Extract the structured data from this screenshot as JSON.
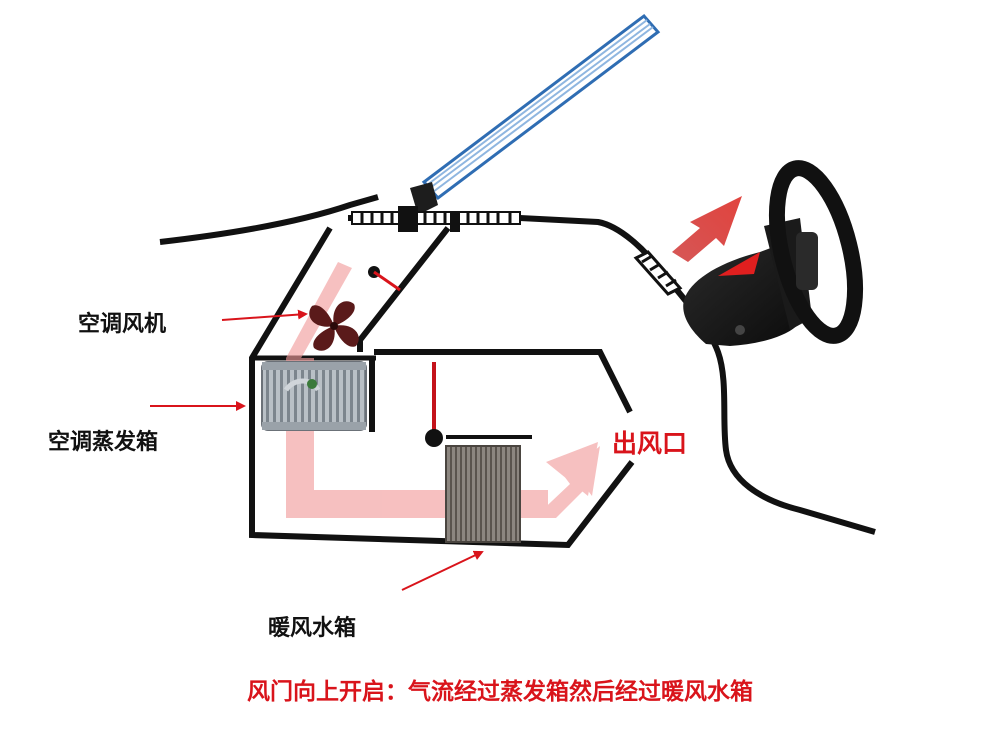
{
  "labels": {
    "blower": "空调风机",
    "evaporator": "空调蒸发箱",
    "heater_core": "暖风水箱",
    "outlet": "出风口"
  },
  "caption": "风门向上开启：气流经过蒸发箱然后经过暖风水箱",
  "colors": {
    "airflow": "#f29a9a",
    "arrow": "#d9141b",
    "outline": "#111111",
    "windshield": "#5b8fc9",
    "label_red": "#d9141b"
  }
}
